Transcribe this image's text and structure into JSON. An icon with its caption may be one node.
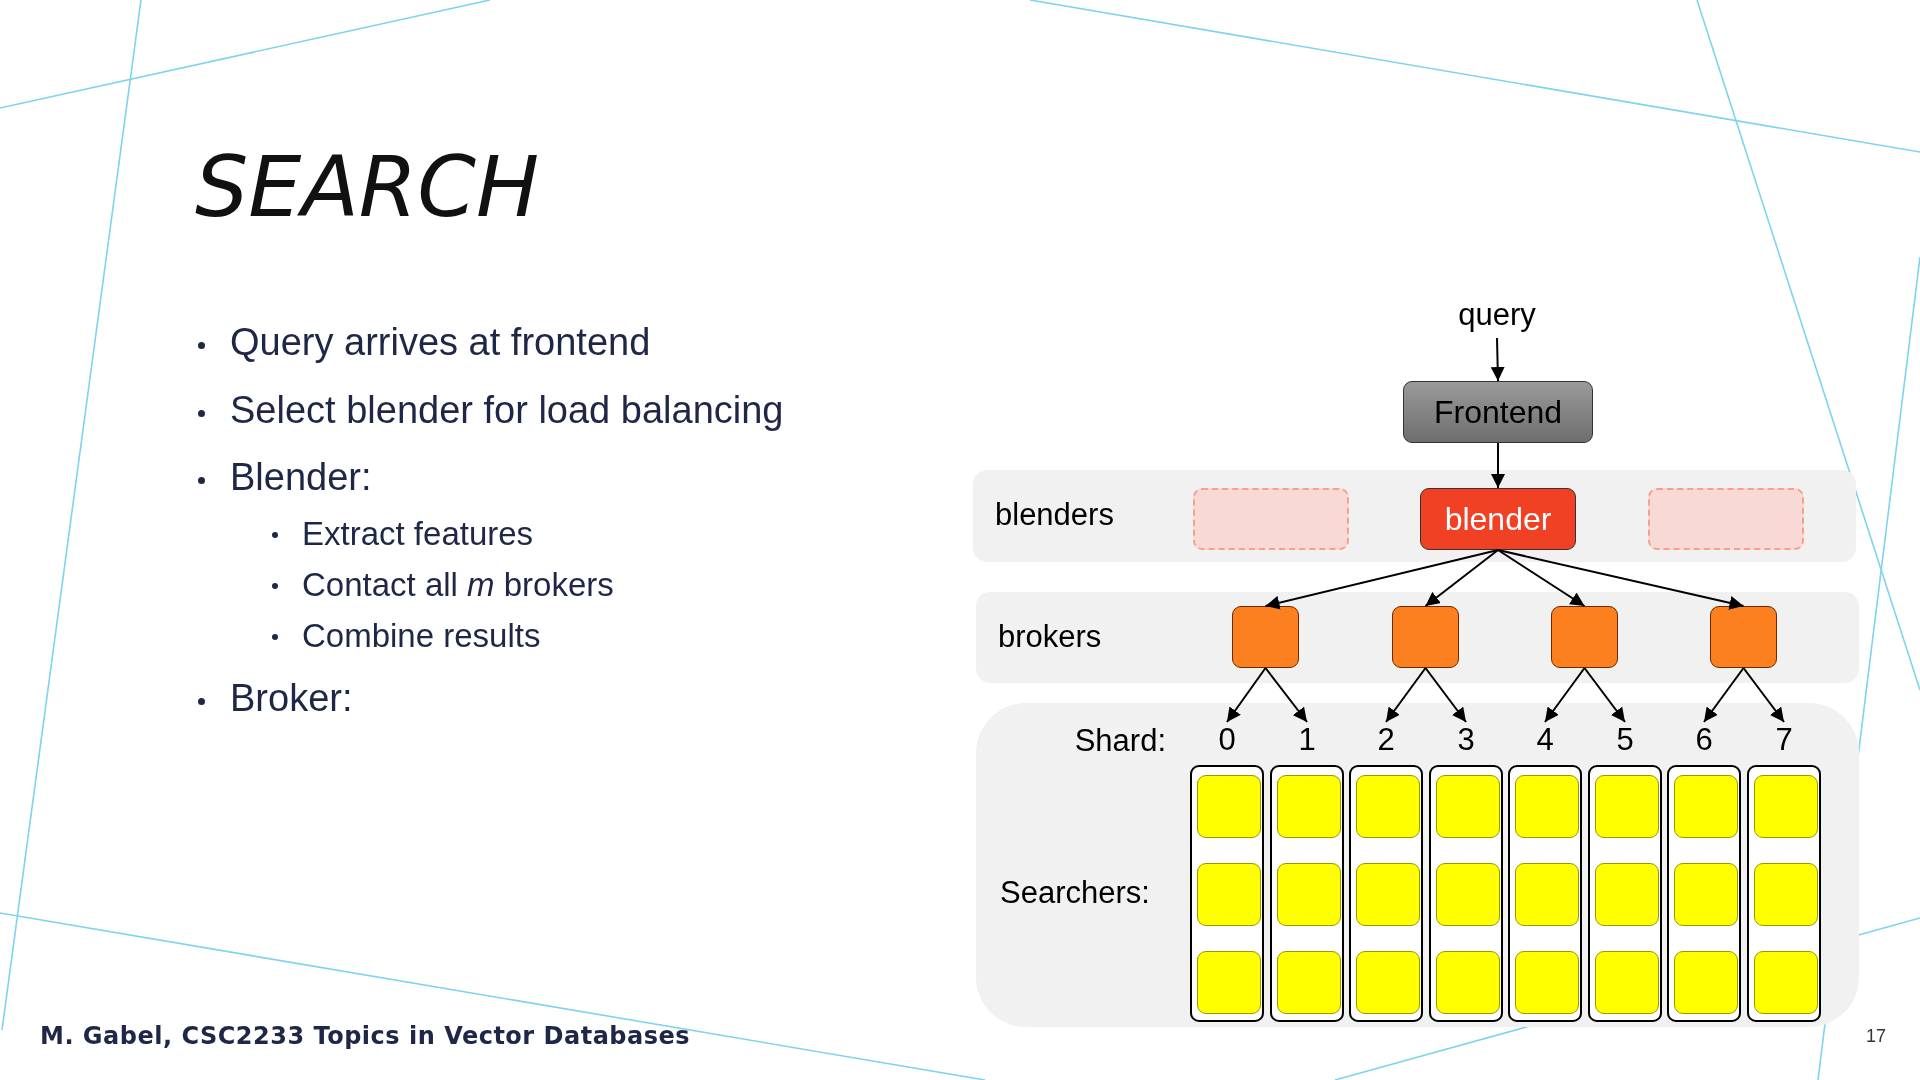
{
  "diagram": {
    "title": "SEARCH",
    "nodes": [
      {
        "text": [
          "query"
        ]
      },
      {
        "text": [
          "Frontend"
        ]
      },
      {
        "text": [
          "blenders"
        ]
      },
      {
        "text": [],
        "shape": "box",
        "in": 2
      },
      {
        "text": [
          "blender"
        ],
        "in": 2
      },
      {
        "text": [],
        "shape": "box",
        "in": 2
      },
      {
        "text": [
          "brokers"
        ]
      },
      {
        "text": [],
        "shape": "box",
        "in": 6
      },
      {
        "text": [],
        "shape": "box",
        "in": 6
      },
      {
        "text": [],
        "shape": "box",
        "in": 6
      },
      {
        "text": [],
        "shape": "box",
        "in": 6
      },
      {
        "text": [
          "Shard:",
          "Searchers:"
        ]
      },
      {
        "text": [
          "0"
        ],
        "in": 11
      },
      {
        "text": [],
        "shape": "box",
        "in": 12
      },
      {
        "text": [],
        "shape": "box",
        "in": 12
      },
      {
        "text": [],
        "shape": "box",
        "in": 12
      },
      {
        "text": [
          "1"
        ],
        "in": 11
      },
      {
        "text": [],
        "shape": "box",
        "in": 16
      },
      {
        "text": [],
        "shape": "box",
        "in": 16
      },
      {
        "text": [],
        "shape": "box",
        "in": 16
      },
      {
        "text": [
          "2"
        ],
        "in": 11
      },
      {
        "text": [],
        "shape": "box",
        "in": 20
      },
      {
        "text": [],
        "shape": "box",
        "in": 20
      },
      {
        "text": [],
        "shape": "box",
        "in": 20
      },
      {
        "text": [
          "3"
        ],
        "in": 11
      },
      {
        "text": [],
        "shape": "box",
        "in": 24
      },
      {
        "text": [],
        "shape": "box",
        "in": 24
      },
      {
        "text": [],
        "shape": "box",
        "in": 24
      },
      {
        "text": [
          "4"
        ],
        "in": 11
      },
      {
        "text": [],
        "shape": "box",
        "in": 28
      },
      {
        "text": [],
        "shape": "box",
        "in": 28
      },
      {
        "text": [],
        "shape": "box",
        "in": 28
      },
      {
        "text": [
          "5"
        ],
        "in": 11
      },
      {
        "text": [],
        "shape": "box",
        "in": 32
      },
      {
        "text": [],
        "shape": "box",
        "in": 32
      },
      {
        "text": [],
        "shape": "box",
        "in": 32
      },
      {
        "text": [
          "6"
        ],
        "in": 11
      },
      {
        "text": [],
        "shape": "box",
        "in": 36
      },
      {
        "text": [],
        "shape": "box",
        "in": 36
      },
      {
        "text": [],
        "shape": "box",
        "in": 36
      },
      {
        "text": [
          "7"
        ],
        "in": 11
      },
      {
        "text": [],
        "shape": "box",
        "in": 40
      },
      {
        "text": [],
        "shape": "box",
        "in": 40
      },
      {
        "text": [],
        "shape": "box",
        "in": 40
      }
    ],
    "edges": [
      {
        "from": 0,
        "to": 1,
        "arrow": "to"
      },
      {
        "from": 1,
        "to": 4,
        "arrow": "to"
      },
      {
        "from": 4,
        "to": 7,
        "arrow": "to"
      },
      {
        "from": 4,
        "to": 8,
        "arrow": "to"
      },
      {
        "from": 4,
        "to": 9,
        "arrow": "to"
      },
      {
        "from": 4,
        "to": 10,
        "arrow": "to"
      },
      {
        "from": 7,
        "to": 12,
        "arrow": "to"
      },
      {
        "from": 7,
        "to": 16,
        "arrow": "to"
      },
      {
        "from": 8,
        "to": 20,
        "arrow": "to"
      },
      {
        "from": 8,
        "to": 24,
        "arrow": "to"
      },
      {
        "from": 9,
        "to": 28,
        "arrow": "to"
      },
      {
        "from": 9,
        "to": 32,
        "arrow": "to"
      },
      {
        "from": 10,
        "to": 36,
        "arrow": "to"
      },
      {
        "from": 10,
        "to": 40,
        "arrow": "to"
      }
    ],
    "labels": [
      "Query arrives at frontend",
      "Select blender for load balancing",
      "Blender:",
      "Extract features",
      "Contact all *m* brokers",
      "Combine results",
      "Broker:",
      "M. Gabel, CSC2233 Topics in Vector Databases",
      "17"
    ]
  }
}
